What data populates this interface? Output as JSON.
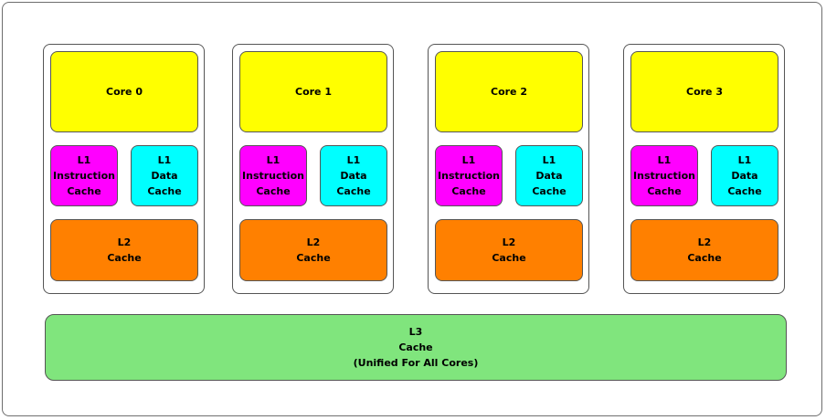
{
  "colors": {
    "core": "#ffff00",
    "l1_instruction": "#ff00ff",
    "l1_data": "#00ffff",
    "l2": "#ff8000",
    "l3": "#80e57d"
  },
  "cores": [
    {
      "name": "Core 0",
      "l1_instruction": "L1\nInstruction\nCache",
      "l1_data": "L1\nData\nCache",
      "l2": "L2\nCache"
    },
    {
      "name": "Core 1",
      "l1_instruction": "L1\nInstruction\nCache",
      "l1_data": "L1\nData\nCache",
      "l2": "L2\nCache"
    },
    {
      "name": "Core 2",
      "l1_instruction": "L1\nInstruction\nCache",
      "l1_data": "L1\nData\nCache",
      "l2": "L2\nCache"
    },
    {
      "name": "Core 3",
      "l1_instruction": "L1\nInstruction\nCache",
      "l1_data": "L1\nData\nCache",
      "l2": "L2\nCache"
    }
  ],
  "l3": "L3\nCache\n(Unified For All Cores)"
}
